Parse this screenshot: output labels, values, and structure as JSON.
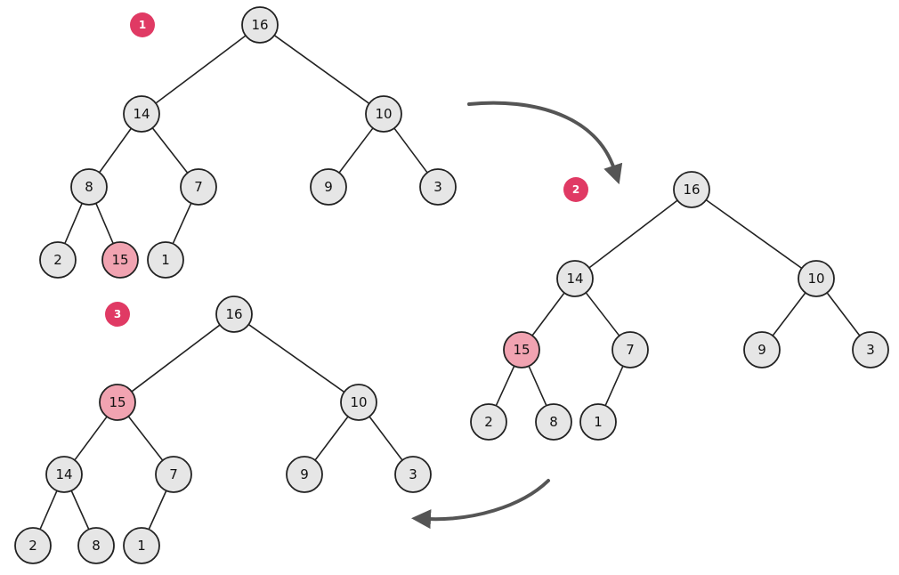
{
  "colors": {
    "node_fill": "#e6e6e6",
    "highlight_fill": "#f1a3b1",
    "badge": "#e03a64",
    "arrow": "#555555"
  },
  "steps": [
    {
      "badge": "1",
      "nodes": [
        "16",
        "14",
        "10",
        "8",
        "7",
        "9",
        "3",
        "2",
        "15",
        "1"
      ],
      "highlight": 8
    },
    {
      "badge": "2",
      "nodes": [
        "16",
        "14",
        "10",
        "15",
        "7",
        "9",
        "3",
        "2",
        "8",
        "1"
      ],
      "highlight": 3
    },
    {
      "badge": "3",
      "nodes": [
        "16",
        "15",
        "10",
        "14",
        "7",
        "9",
        "3",
        "2",
        "8",
        "1"
      ],
      "highlight": 1
    }
  ]
}
